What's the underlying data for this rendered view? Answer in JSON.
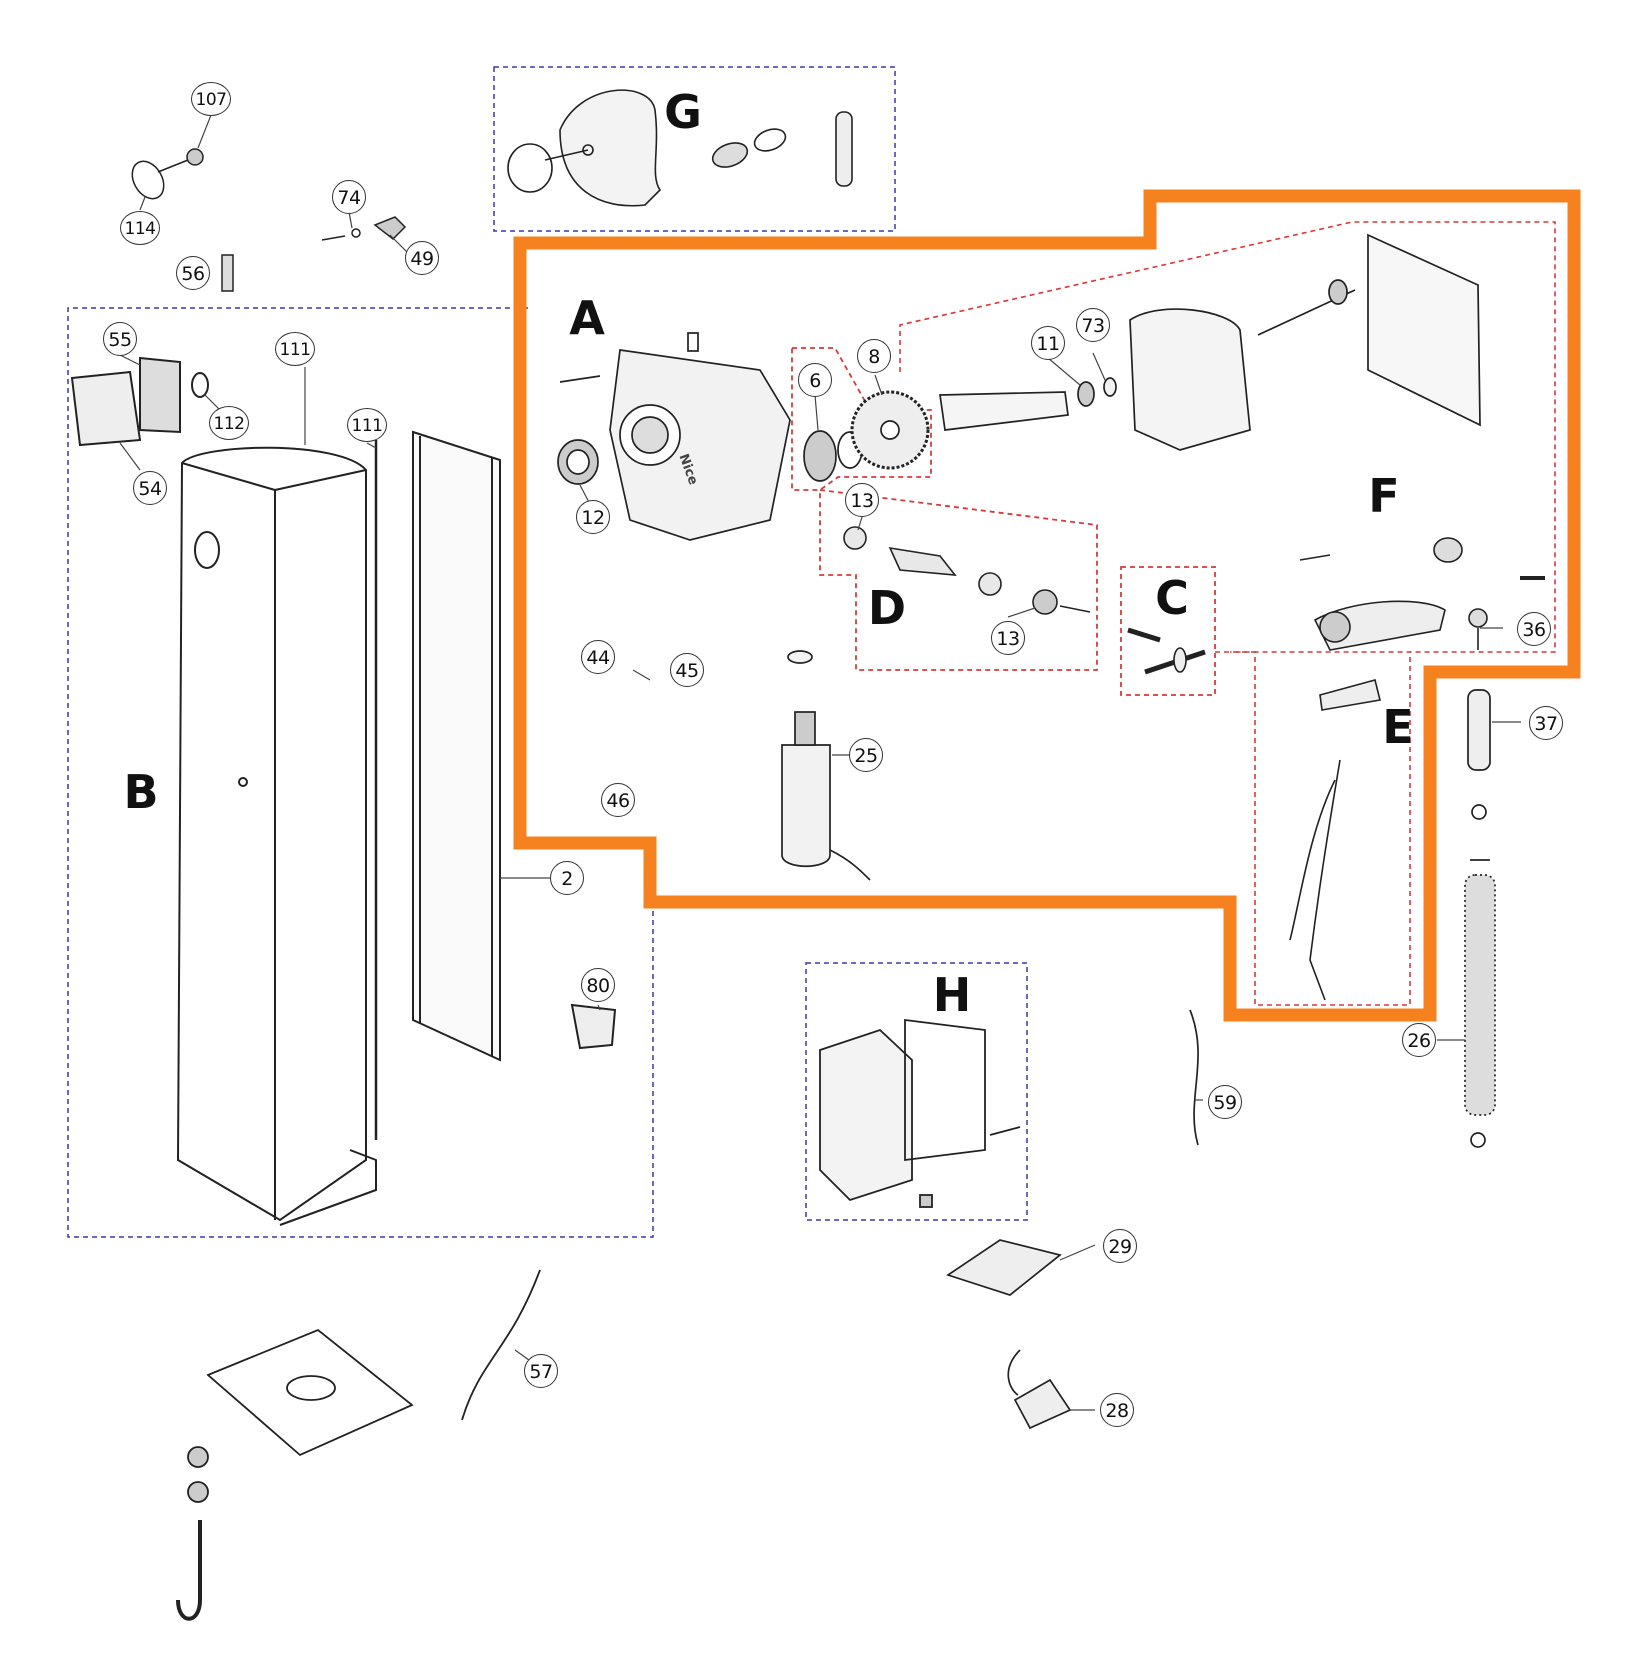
{
  "groups": {
    "A": "A",
    "B": "B",
    "C": "C",
    "D": "D",
    "E": "E",
    "F": "F",
    "G": "G",
    "H": "H"
  },
  "parts": {
    "p107": "107",
    "p114": "114",
    "p56": "56",
    "p74": "74",
    "p49": "49",
    "p55": "55",
    "p112": "112",
    "p54": "54",
    "p111a": "111",
    "p111b": "111",
    "p2": "2",
    "p80": "80",
    "p57": "57",
    "p12": "12",
    "p6": "6",
    "p8": "8",
    "p11": "11",
    "p73": "73",
    "p13a": "13",
    "p13b": "13",
    "p44": "44",
    "p45": "45",
    "p46": "46",
    "p25": "25",
    "p36": "36",
    "p37": "37",
    "p26": "26",
    "p59": "59",
    "p29": "29",
    "p28": "28"
  },
  "brand_text": "Nice",
  "colors": {
    "highlight": "#f5821f",
    "group_dashed_blue": "#3a3aa8",
    "group_dashed_red": "#d23c3c",
    "line": "#222222"
  }
}
